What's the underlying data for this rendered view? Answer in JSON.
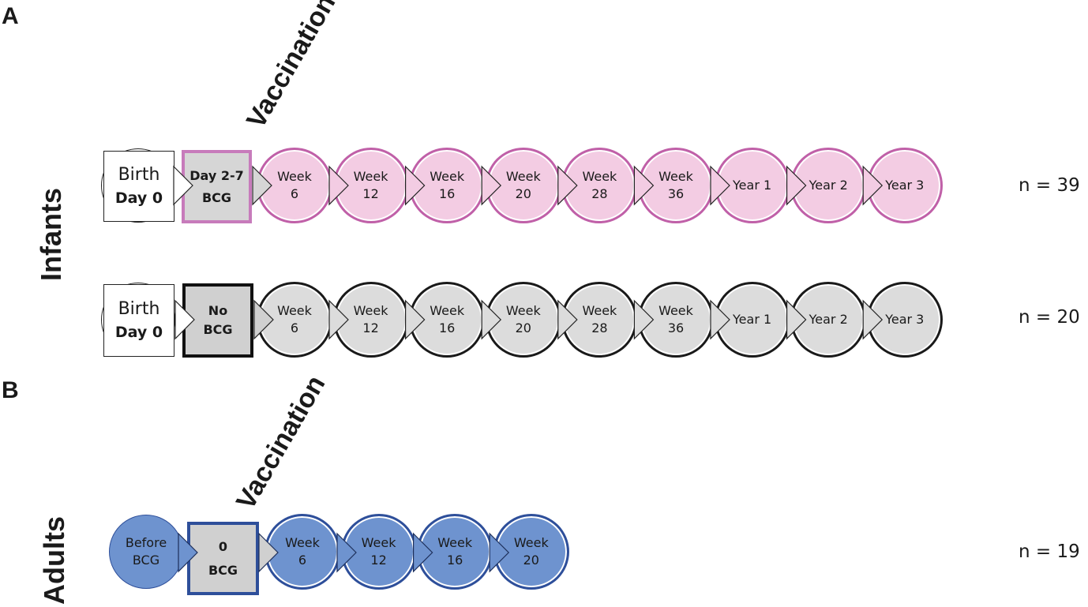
{
  "panel_a": {
    "label": "A",
    "vaccination_label": "Vaccination",
    "group_label": "Infants",
    "row1": {
      "birth": {
        "line1": "Birth",
        "line2": "Day 0"
      },
      "vaccine": {
        "line1": "Day 2-7",
        "line2": "BCG"
      },
      "timepoints": [
        {
          "l1": "Week",
          "l2": "6"
        },
        {
          "l1": "Week",
          "l2": "12"
        },
        {
          "l1": "Week",
          "l2": "16"
        },
        {
          "l1": "Week",
          "l2": "20"
        },
        {
          "l1": "Week",
          "l2": "28"
        },
        {
          "l1": "Week",
          "l2": "36"
        },
        {
          "l1": "Year 1",
          "l2": ""
        },
        {
          "l1": "Year 2",
          "l2": ""
        },
        {
          "l1": "Year 3",
          "l2": ""
        }
      ],
      "n": "n = 39",
      "fill": "#f3cce3",
      "stroke": "#c060a8"
    },
    "row2": {
      "birth": {
        "line1": "Birth",
        "line2": "Day 0"
      },
      "vaccine": {
        "line1": "No",
        "line2": "BCG"
      },
      "timepoints": [
        {
          "l1": "Week",
          "l2": "6"
        },
        {
          "l1": "Week",
          "l2": "12"
        },
        {
          "l1": "Week",
          "l2": "16"
        },
        {
          "l1": "Week",
          "l2": "20"
        },
        {
          "l1": "Week",
          "l2": "28"
        },
        {
          "l1": "Week",
          "l2": "36"
        },
        {
          "l1": "Year 1",
          "l2": ""
        },
        {
          "l1": "Year 2",
          "l2": ""
        },
        {
          "l1": "Year 3",
          "l2": ""
        }
      ],
      "n": "n = 20",
      "fill": "#dcdcdc",
      "stroke": "#1a1a1a"
    }
  },
  "panel_b": {
    "label": "B",
    "vaccination_label": "Vaccination",
    "group_label": "Adults",
    "row": {
      "before": {
        "line1": "Before",
        "line2": "BCG"
      },
      "vaccine": {
        "line1": "0",
        "line2": "BCG"
      },
      "timepoints": [
        {
          "l1": "Week",
          "l2": "6"
        },
        {
          "l1": "Week",
          "l2": "12"
        },
        {
          "l1": "Week",
          "l2": "16"
        },
        {
          "l1": "Week",
          "l2": "20"
        }
      ],
      "n": "n = 19",
      "fill": "#6e93cf",
      "stroke": "#2e4f9a"
    }
  }
}
